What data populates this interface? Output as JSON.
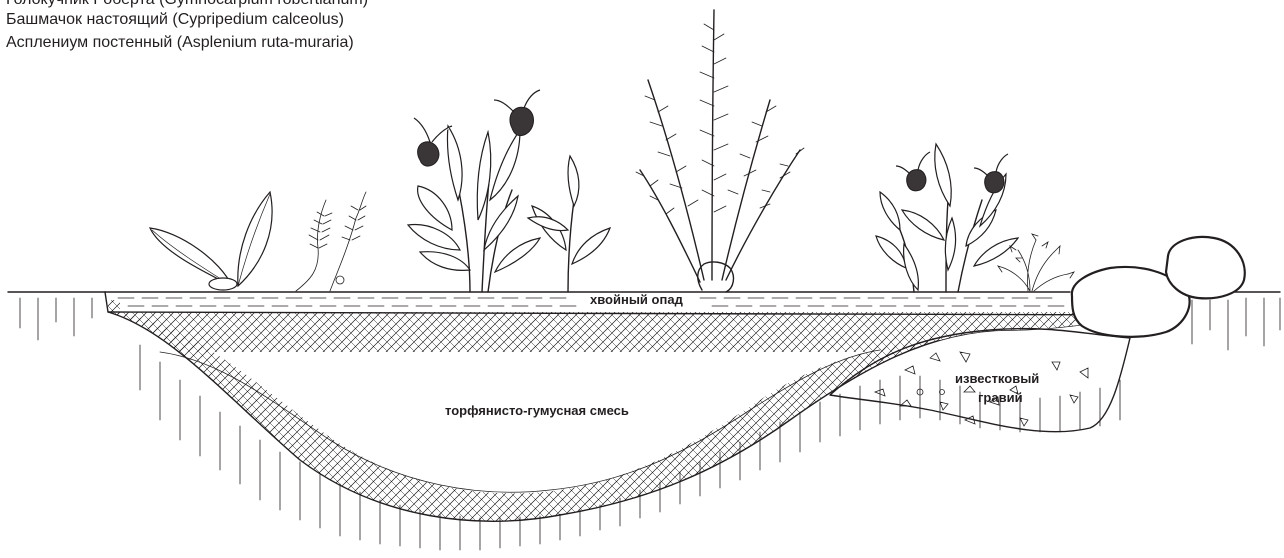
{
  "legend": {
    "line1": "Голокучник Роберта (Gymnocarpium robertianum)",
    "line2": "Башмачок настоящий (Cypripedium calceolus)",
    "line3": "Асплениум постенный (Asplenium ruta-muraria)"
  },
  "layers": {
    "litter": "хвойный опад",
    "peat": "торфянисто-гумусная смесь",
    "gravel_line1": "известковый",
    "gravel_line2": "гравий"
  },
  "colors": {
    "ink": "#231f20",
    "background": "#ffffff"
  }
}
